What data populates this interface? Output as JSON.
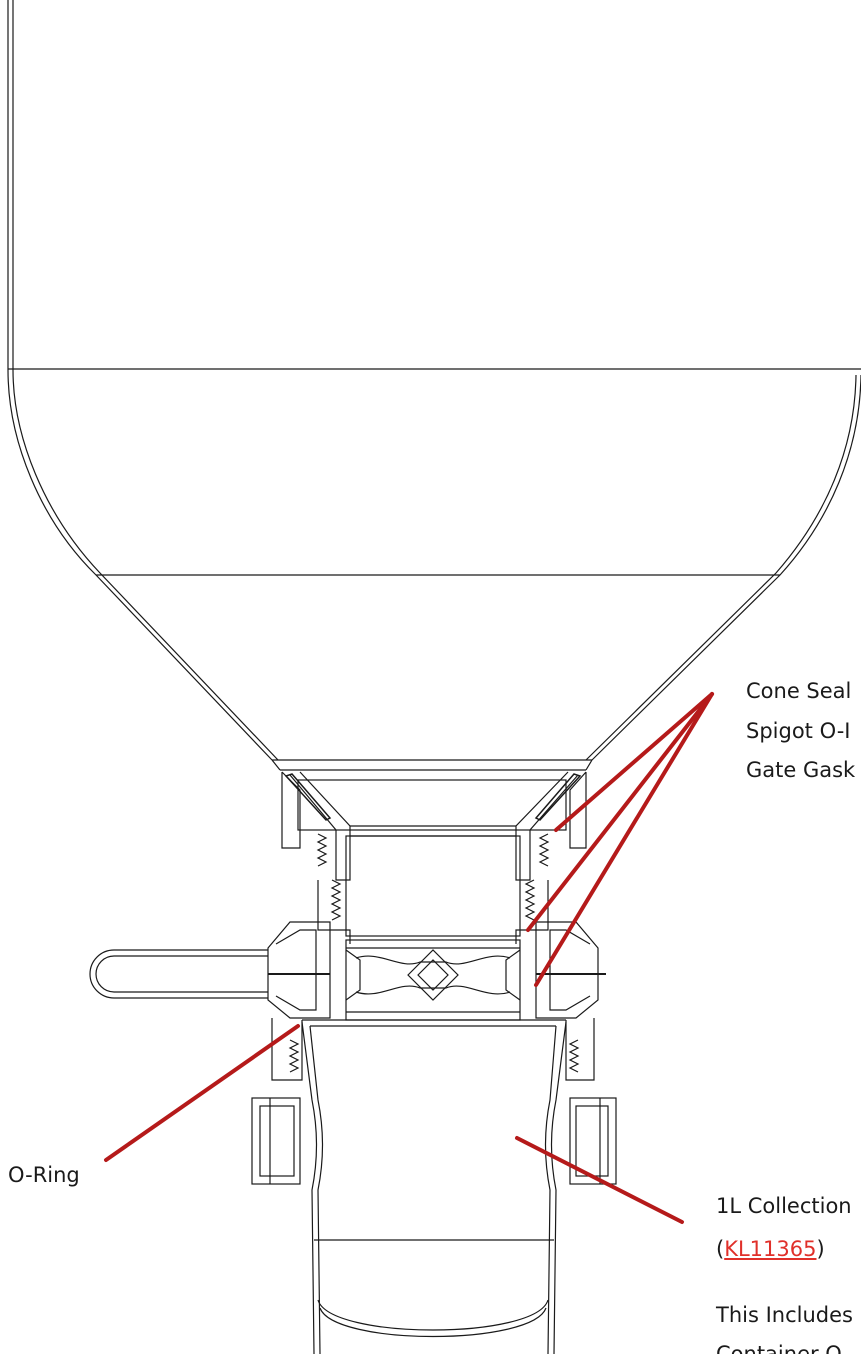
{
  "labels": {
    "cone_seal": "Cone Seal",
    "spigot_oring": "Spigot O-I",
    "gate_gasket": "Gate Gask",
    "o_ring": "O-Ring",
    "collection": "1L Collection",
    "part_prefix": "(",
    "part_link": "KL11365",
    "part_suffix": ")",
    "includes": "This Includes",
    "container": "Container O"
  },
  "colors": {
    "leader": "#b51a1a",
    "link": "#e0302a",
    "line": "#1a1a1a"
  }
}
